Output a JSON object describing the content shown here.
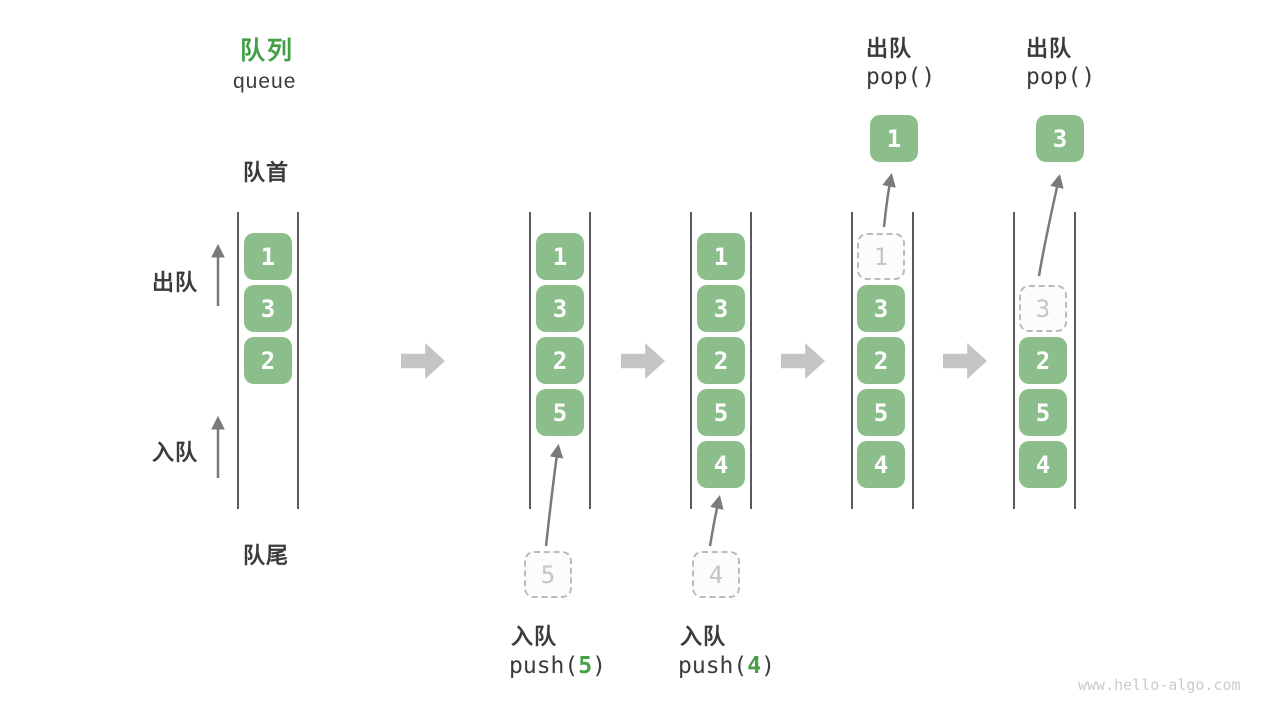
{
  "title": {
    "zh": "队列",
    "en": "queue"
  },
  "side_labels": {
    "front": "队首",
    "rear": "队尾",
    "dequeue": "出队",
    "enqueue": "入队"
  },
  "ops": {
    "push_5": {
      "label": "入队",
      "code_pre": "push(",
      "arg": "5",
      "code_post": ")"
    },
    "push_4": {
      "label": "入队",
      "code_pre": "push(",
      "arg": "4",
      "code_post": ")"
    },
    "pop_1": {
      "label": "出队",
      "code": "pop()"
    },
    "pop_3": {
      "label": "出队",
      "code": "pop()"
    }
  },
  "columns": [
    {
      "cells": [
        {
          "v": "1"
        },
        {
          "v": "3"
        },
        {
          "v": "2"
        }
      ]
    },
    {
      "cells": [
        {
          "v": "1"
        },
        {
          "v": "3"
        },
        {
          "v": "2"
        },
        {
          "v": "5"
        }
      ],
      "pending": "5"
    },
    {
      "cells": [
        {
          "v": "1"
        },
        {
          "v": "3"
        },
        {
          "v": "2"
        },
        {
          "v": "5"
        },
        {
          "v": "4"
        }
      ],
      "pending": "4"
    },
    {
      "cells": [
        {
          "v": "1",
          "ghost": true
        },
        {
          "v": "3"
        },
        {
          "v": "2"
        },
        {
          "v": "5"
        },
        {
          "v": "4"
        }
      ],
      "popped": "1"
    },
    {
      "cells": [
        {
          "v": "3",
          "ghost": true
        },
        {
          "v": "2"
        },
        {
          "v": "5"
        },
        {
          "v": "4"
        }
      ],
      "popped": "3"
    }
  ],
  "watermark": "www.hello-algo.com",
  "colors": {
    "box_green": "#8CBE8C",
    "accent_green": "#43A047",
    "text_dark": "#3C3C3C",
    "wall_gray": "#5A5A5A",
    "thin_arrow_gray": "#7A7A7A",
    "block_arrow_gray": "#C4C4C4",
    "ghost_gray": "#BBBBBB"
  }
}
